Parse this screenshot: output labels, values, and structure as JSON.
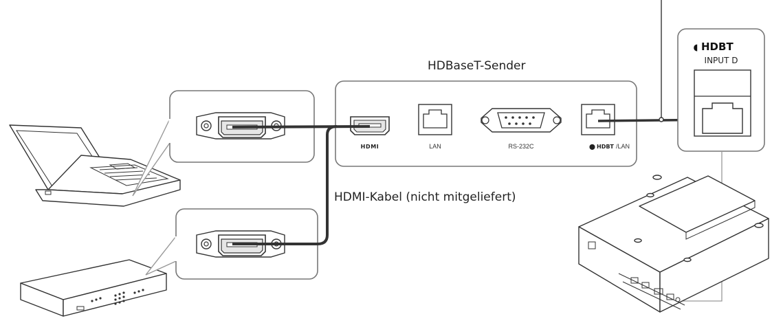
{
  "diagram": {
    "sender_label": "HDBaseT-Sender",
    "cable_label": "HDMI-Kabel (nicht mitgeliefert)",
    "ports": {
      "hdmi": "HDMI",
      "lan": "LAN",
      "rs232c": "RS-232C",
      "hdbt_lan": "/LAN",
      "hdbt_logo": "HDBT"
    },
    "projector_panel": {
      "logo": "HDBT",
      "input_label": "INPUT D"
    }
  }
}
